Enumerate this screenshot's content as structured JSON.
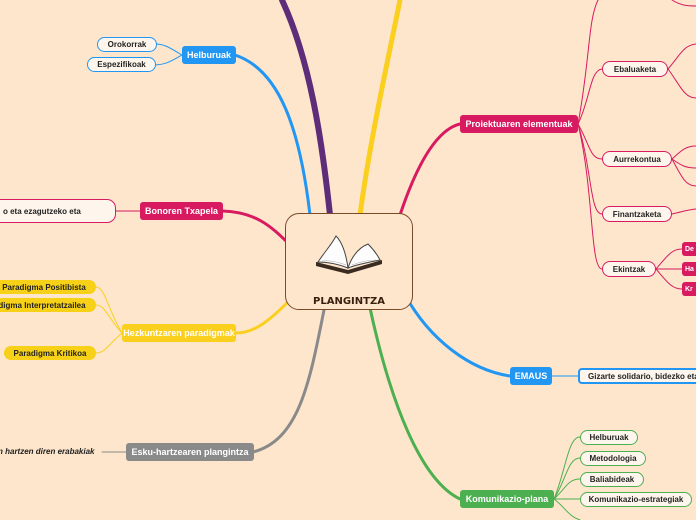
{
  "center": {
    "title": "PLANGINTZA",
    "icon": "open-book-icon"
  },
  "colors": {
    "background": "#fde6cc",
    "helburuak": "#2196f3",
    "crimson": "#d81b60",
    "yellow": "#fbcf1d",
    "gray": "#8a8a8a",
    "green": "#4caf50",
    "purple": "#5e2d79"
  },
  "branches": {
    "helburuak": {
      "label": "Helburuak",
      "children": [
        "Orokorrak",
        "Espezifikoak"
      ]
    },
    "bonoren": {
      "label": "Bonoren Txapela",
      "children": [
        "o eta ezagutzeko eta"
      ]
    },
    "hezkuntza": {
      "label": "Hezkuntzaren paradigmak",
      "children": [
        "Paradigma Positibista",
        "digma Interpretatzailea",
        "Paradigma Kritikoa"
      ]
    },
    "esku": {
      "label": "Esku-hartzearen plangintza",
      "children": [
        "n hartzen diren erabakiak"
      ]
    },
    "proiektua": {
      "label": "Proiektuaren elementuak",
      "children": [
        "Ebaluaketa",
        "Aurrekontua",
        "Finantzaketa",
        "Ekintzak"
      ],
      "ekintzak_children": [
        "De",
        "Ha",
        "Kr"
      ]
    },
    "emaus": {
      "label": "EMAUS",
      "children": [
        "Gizarte solidario, bidezko eta"
      ]
    },
    "komunikazio": {
      "label": "Komunikazio-plana",
      "children": [
        "Helburuak",
        "Metodologia",
        "Baliabideak",
        "Komunikazio-estrategiak"
      ]
    }
  }
}
